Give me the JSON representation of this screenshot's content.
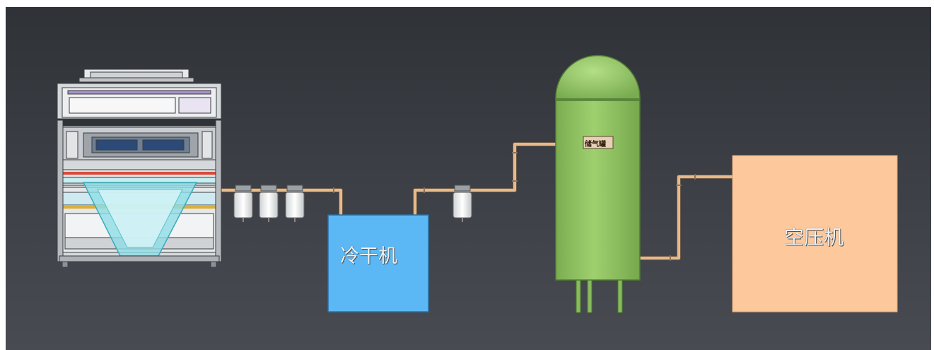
{
  "diagram": {
    "equipment": {
      "sorter": {
        "name": "color-sorter-machine"
      },
      "dryer": {
        "label": "冷干机",
        "color": "#5bb8f5"
      },
      "tank": {
        "label": "储气罐",
        "color": "#8ec262"
      },
      "compressor": {
        "label": "空压机",
        "color": "#fdc89c"
      }
    },
    "pipe_color": "#e8b98a",
    "filter_count": 4,
    "background": {
      "top": "#2f3237",
      "bottom": "#484b51"
    }
  }
}
